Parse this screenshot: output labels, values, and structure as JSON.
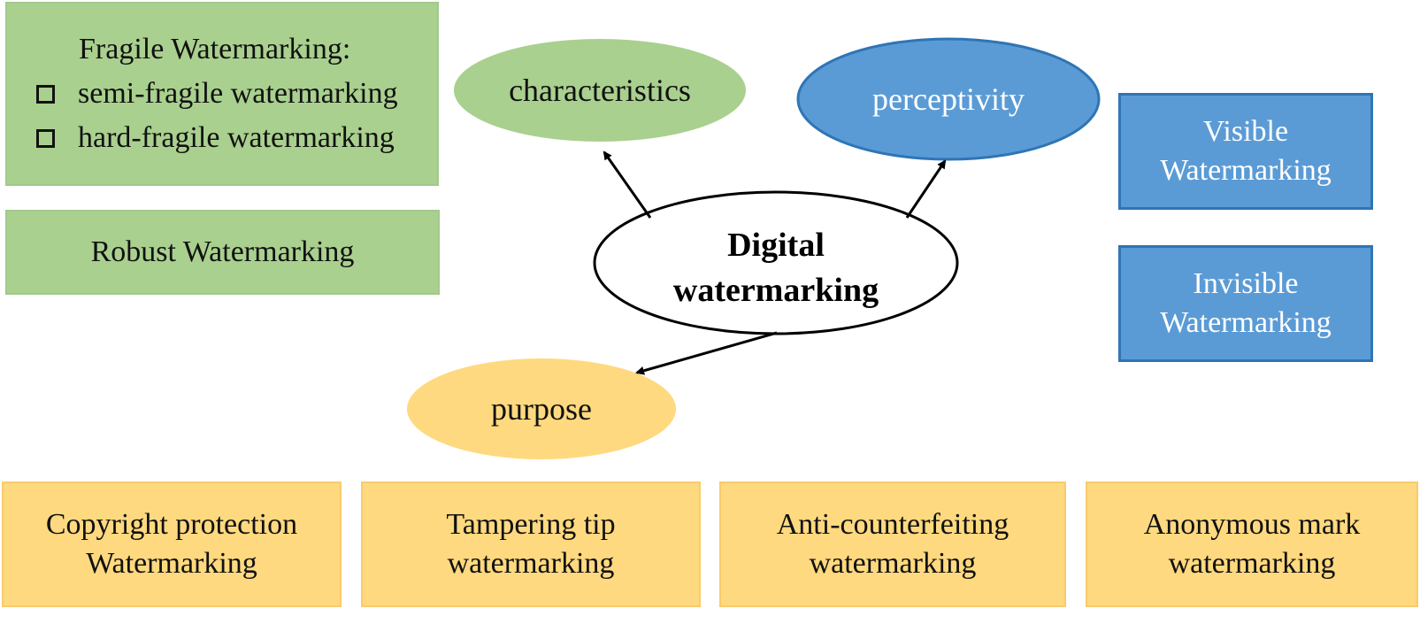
{
  "center": {
    "line1": "Digital",
    "line2": "watermarking"
  },
  "characteristics": {
    "label": "characteristics",
    "fragile": {
      "title": "Fragile Watermarking:",
      "items": [
        "semi-fragile watermarking",
        "hard-fragile watermarking"
      ]
    },
    "robust": "Robust Watermarking"
  },
  "perceptivity": {
    "label": "perceptivity",
    "visible": {
      "line1": "Visible",
      "line2": "Watermarking"
    },
    "invisible": {
      "line1": "Invisible",
      "line2": "Watermarking"
    }
  },
  "purpose": {
    "label": "purpose",
    "boxes": [
      {
        "line1": "Copyright protection",
        "line2": "Watermarking"
      },
      {
        "line1": "Tampering tip",
        "line2": "watermarking"
      },
      {
        "line1": "Anti-counterfeiting",
        "line2": "watermarking"
      },
      {
        "line1": "Anonymous mark",
        "line2": "watermarking"
      }
    ]
  },
  "colors": {
    "green": "#a9d08e",
    "blue": "#5b9bd5",
    "blue_border": "#2e75b6",
    "orange": "#ffd97f",
    "center_fill": "#ffffff",
    "arrow": "#000000"
  }
}
